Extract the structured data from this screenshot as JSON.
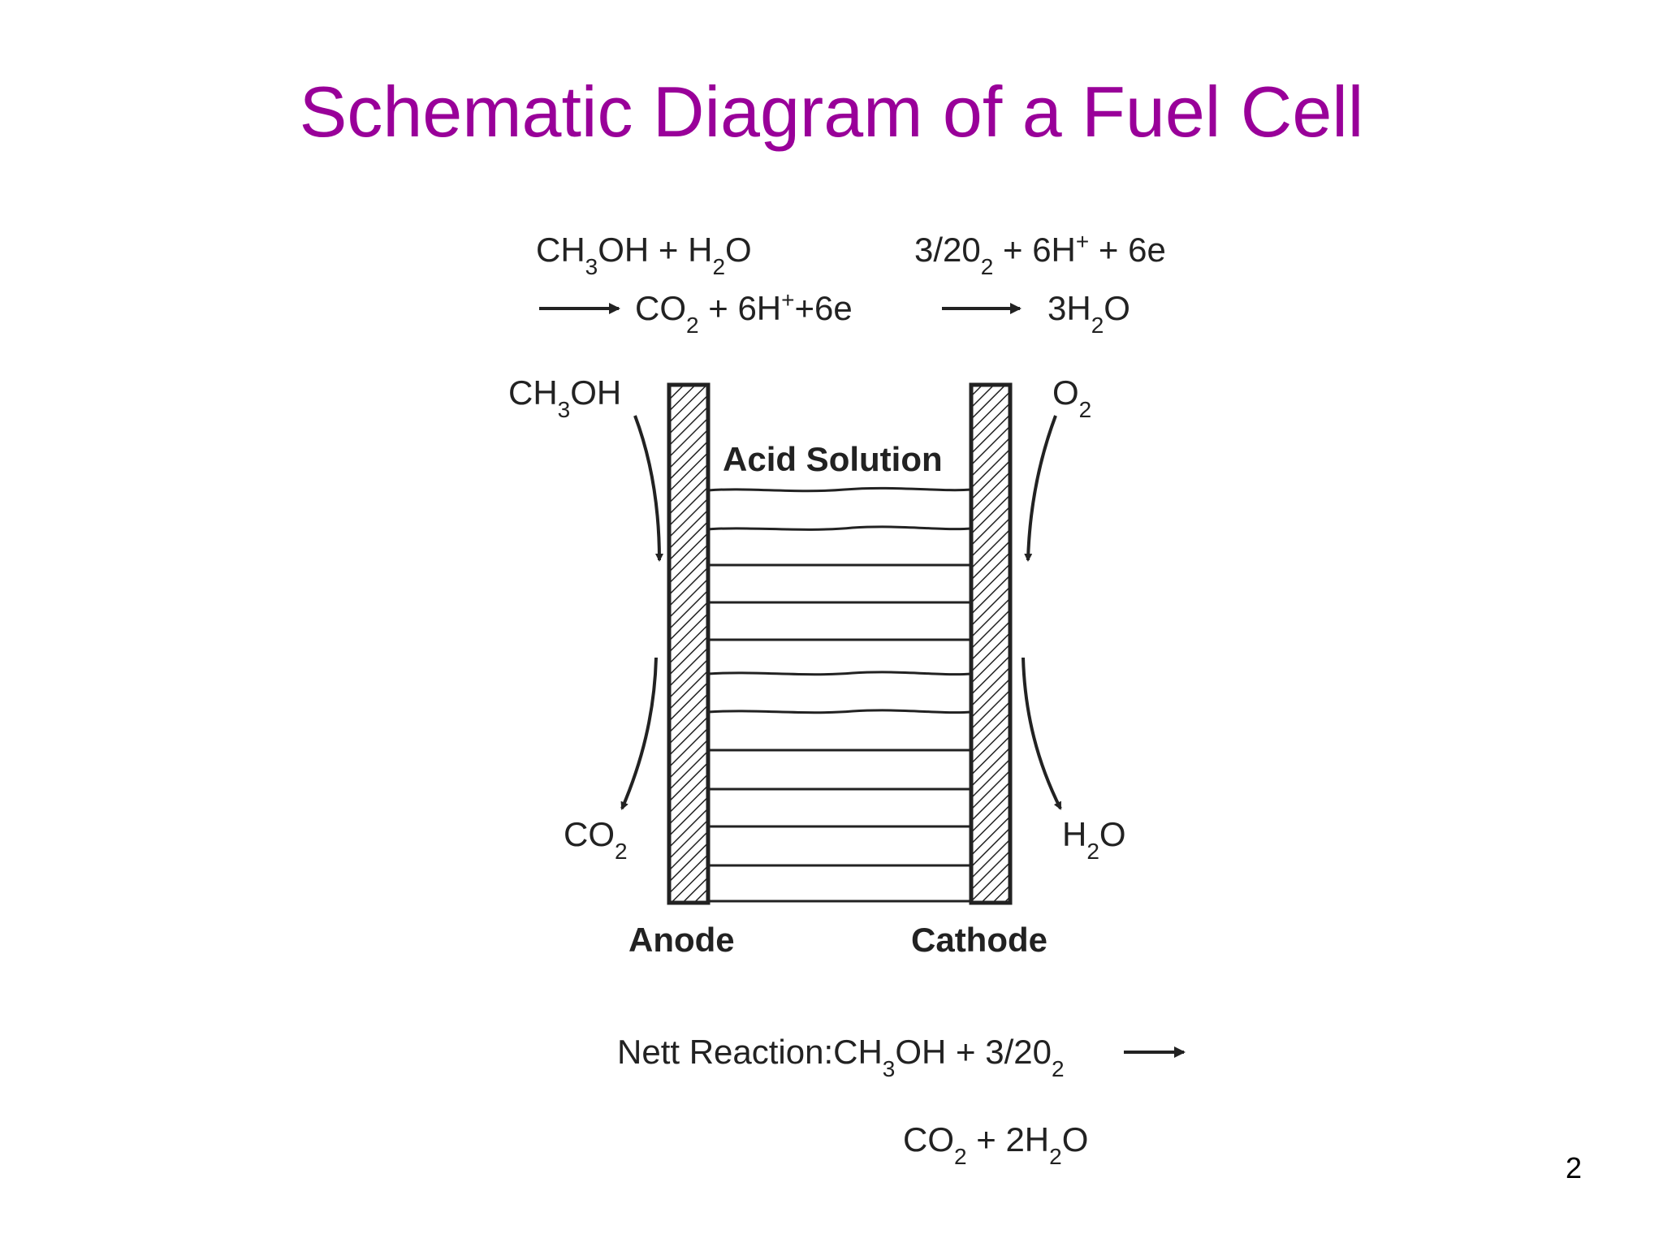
{
  "slide": {
    "title": "Schematic Diagram of a Fuel Cell",
    "page_number": "2"
  },
  "colors": {
    "title": "#990099",
    "ink": "#222222",
    "background": "#ffffff"
  },
  "equations": {
    "anode_reactants": [
      "CH",
      "3",
      "OH + H",
      "2",
      "O"
    ],
    "anode_products": [
      "CO",
      "2",
      " + 6H",
      "+",
      "+6e"
    ],
    "cathode_reactants": [
      "3/20",
      "2",
      " + 6H",
      "+",
      " + 6e"
    ],
    "cathode_products": [
      "3H",
      "2",
      "O"
    ]
  },
  "labels": {
    "fuel_in": [
      "CH",
      "3",
      "OH"
    ],
    "oxygen_in": [
      "O",
      "2"
    ],
    "co2_out": [
      "CO",
      "2"
    ],
    "water_out": [
      "H",
      "2",
      "O"
    ],
    "electrolyte": "Acid Solution",
    "anode": "Anode",
    "cathode": "Cathode"
  },
  "net_reaction": {
    "line1": [
      "Nett Reaction:CH",
      "3",
      "OH + 3/20",
      "2"
    ],
    "line2": [
      "CO",
      "2",
      " + 2H",
      "2",
      "O"
    ]
  }
}
